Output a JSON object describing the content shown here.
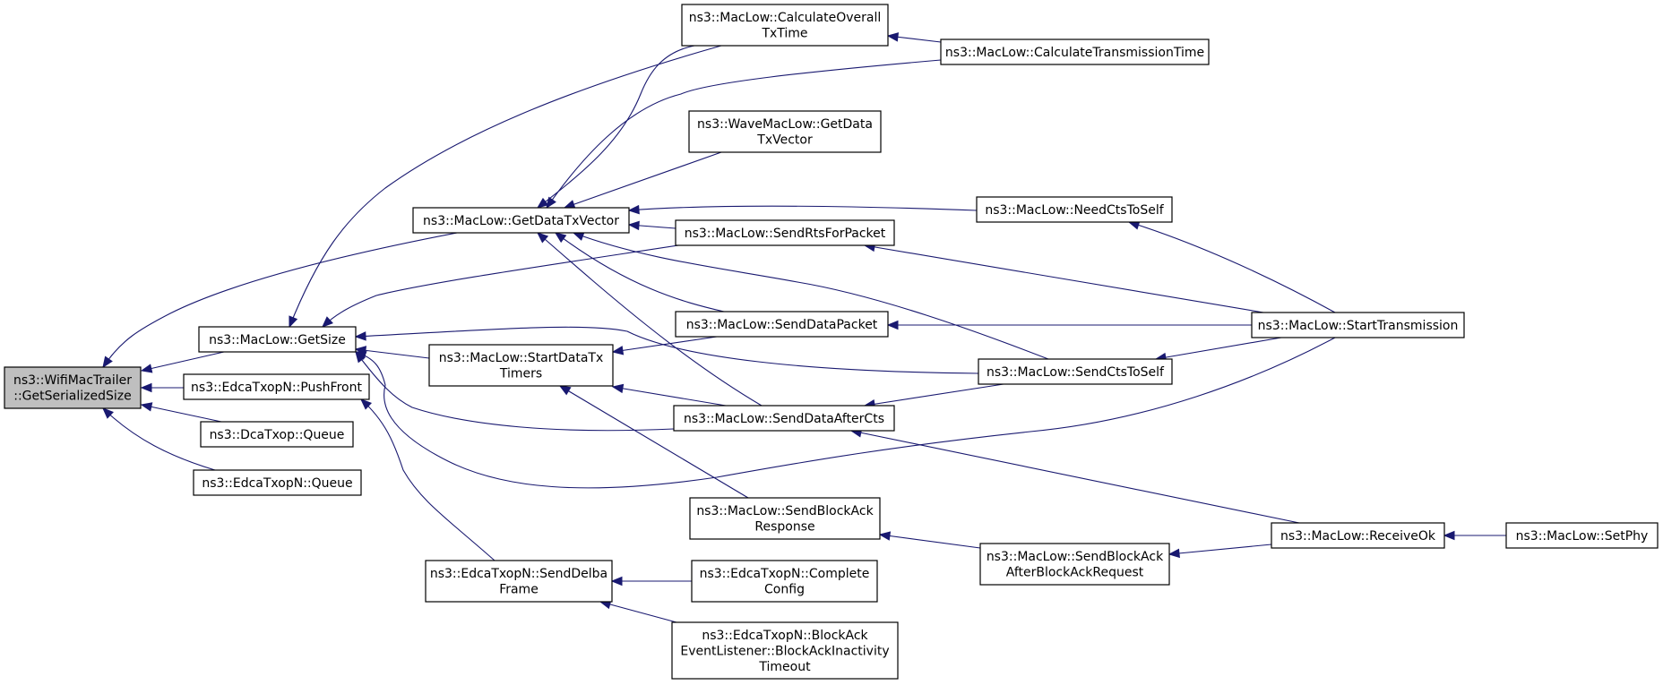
{
  "graph": {
    "title": "Caller graph of ns3::WifiMacTrailer::GetSerializedSize",
    "colors": {
      "edge": "#191970",
      "root_fill": "#bfbfbf",
      "node_fill": "#ffffff",
      "border": "#000000"
    },
    "nodes": [
      {
        "id": "root",
        "lines": [
          "ns3::WifiMacTrailer",
          "::GetSerializedSize"
        ],
        "root": true
      },
      {
        "id": "getsize",
        "lines": [
          "ns3::MacLow::GetSize"
        ]
      },
      {
        "id": "pushfront",
        "lines": [
          "ns3::EdcaTxopN::PushFront"
        ]
      },
      {
        "id": "dcaqueue",
        "lines": [
          "ns3::DcaTxop::Queue"
        ]
      },
      {
        "id": "edcaqueue",
        "lines": [
          "ns3::EdcaTxopN::Queue"
        ]
      },
      {
        "id": "getdatatx",
        "lines": [
          "ns3::MacLow::GetDataTxVector"
        ]
      },
      {
        "id": "startdatatx",
        "lines": [
          "ns3::MacLow::StartDataTx",
          "Timers"
        ]
      },
      {
        "id": "calcoverall",
        "lines": [
          "ns3::MacLow::CalculateOverall",
          "TxTime"
        ]
      },
      {
        "id": "calctrans",
        "lines": [
          "ns3::MacLow::CalculateTransmissionTime"
        ]
      },
      {
        "id": "wavegetdata",
        "lines": [
          "ns3::WaveMacLow::GetData",
          "TxVector"
        ]
      },
      {
        "id": "sendrts",
        "lines": [
          "ns3::MacLow::SendRtsForPacket"
        ]
      },
      {
        "id": "needcts",
        "lines": [
          "ns3::MacLow::NeedCtsToSelf"
        ]
      },
      {
        "id": "senddatapkt",
        "lines": [
          "ns3::MacLow::SendDataPacket"
        ]
      },
      {
        "id": "starttrans",
        "lines": [
          "ns3::MacLow::StartTransmission"
        ]
      },
      {
        "id": "sendcts",
        "lines": [
          "ns3::MacLow::SendCtsToSelf"
        ]
      },
      {
        "id": "senddataafter",
        "lines": [
          "ns3::MacLow::SendDataAfterCts"
        ]
      },
      {
        "id": "sendbaresp",
        "lines": [
          "ns3::MacLow::SendBlockAck",
          "Response"
        ]
      },
      {
        "id": "sendbaafter",
        "lines": [
          "ns3::MacLow::SendBlockAck",
          "AfterBlockAckRequest"
        ]
      },
      {
        "id": "receiveok",
        "lines": [
          "ns3::MacLow::ReceiveOk"
        ]
      },
      {
        "id": "setphy",
        "lines": [
          "ns3::MacLow::SetPhy"
        ]
      },
      {
        "id": "senddelba",
        "lines": [
          "ns3::EdcaTxopN::SendDelba",
          "Frame"
        ]
      },
      {
        "id": "completeconfig",
        "lines": [
          "ns3::EdcaTxopN::Complete",
          "Config"
        ]
      },
      {
        "id": "balistener",
        "lines": [
          "ns3::EdcaTxopN::BlockAck",
          "EventListener::BlockAckInactivity",
          "Timeout"
        ]
      }
    ],
    "edges": [
      {
        "from": "getsize",
        "to": "root"
      },
      {
        "from": "pushfront",
        "to": "root"
      },
      {
        "from": "dcaqueue",
        "to": "root"
      },
      {
        "from": "edcaqueue",
        "to": "root"
      },
      {
        "from": "getdatatx",
        "to": "root"
      },
      {
        "from": "startdatatx",
        "to": "getsize"
      },
      {
        "from": "calcoverall",
        "to": "getsize"
      },
      {
        "from": "sendrts",
        "to": "getsize"
      },
      {
        "from": "sendcts",
        "to": "getsize"
      },
      {
        "from": "senddataafter",
        "to": "getsize"
      },
      {
        "from": "starttrans",
        "to": "getsize"
      },
      {
        "from": "calcoverall",
        "to": "getdatatx"
      },
      {
        "from": "calctrans",
        "to": "getdatatx"
      },
      {
        "from": "wavegetdata",
        "to": "getdatatx"
      },
      {
        "from": "needcts",
        "to": "getdatatx"
      },
      {
        "from": "sendrts",
        "to": "getdatatx"
      },
      {
        "from": "senddatapkt",
        "to": "getdatatx"
      },
      {
        "from": "sendcts",
        "to": "getdatatx"
      },
      {
        "from": "senddataafter",
        "to": "getdatatx"
      },
      {
        "from": "calctrans",
        "to": "calcoverall"
      },
      {
        "from": "senddatapkt",
        "to": "startdatatx"
      },
      {
        "from": "senddataafter",
        "to": "startdatatx"
      },
      {
        "from": "sendbaresp",
        "to": "startdatatx"
      },
      {
        "from": "starttrans",
        "to": "needcts"
      },
      {
        "from": "starttrans",
        "to": "sendrts"
      },
      {
        "from": "starttrans",
        "to": "senddatapkt"
      },
      {
        "from": "starttrans",
        "to": "sendcts"
      },
      {
        "from": "sendcts",
        "to": "senddataafter"
      },
      {
        "from": "receiveok",
        "to": "senddataafter"
      },
      {
        "from": "sendbaafter",
        "to": "sendbaresp"
      },
      {
        "from": "receiveok",
        "to": "sendbaafter"
      },
      {
        "from": "setphy",
        "to": "receiveok"
      },
      {
        "from": "senddelba",
        "to": "pushfront"
      },
      {
        "from": "completeconfig",
        "to": "senddelba"
      },
      {
        "from": "balistener",
        "to": "senddelba"
      }
    ]
  }
}
